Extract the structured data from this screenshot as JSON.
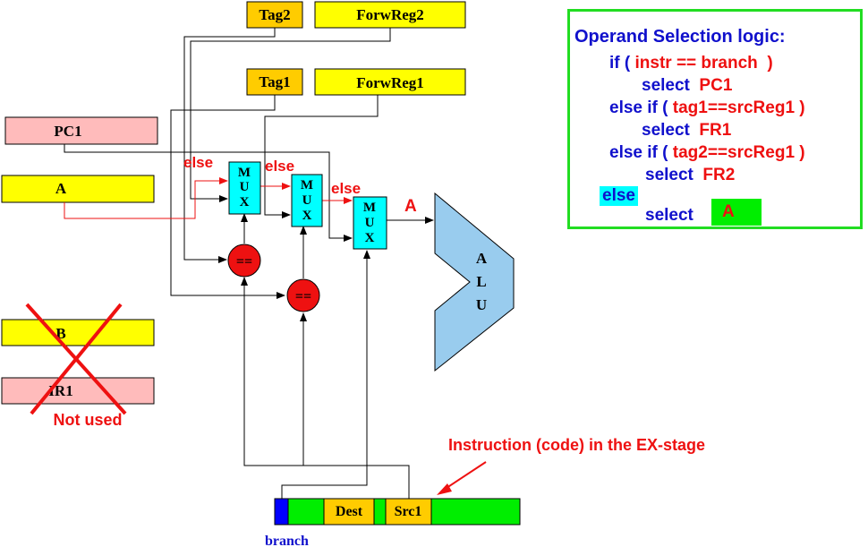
{
  "registers": {
    "tag2": "Tag2",
    "forwreg2": "ForwReg2",
    "tag1": "Tag1",
    "forwreg1": "ForwReg1",
    "pc1": "PC1",
    "a": "A",
    "b": "B",
    "ir1": "IR1"
  },
  "mux_label": [
    "M",
    "U",
    "X"
  ],
  "else_labels": [
    "else",
    "else",
    "else"
  ],
  "mux_output_label": "A",
  "comparator_label": "==",
  "alu_letters": [
    "A",
    "L",
    "U"
  ],
  "not_used_label": "Not used",
  "instruction": {
    "caption": "Instruction (code) in the EX-stage",
    "fields": [
      "Dest",
      "Src1"
    ],
    "branch_label": "branch"
  },
  "operand_logic": {
    "title": "Operand Selection logic:",
    "lines": [
      {
        "keyword": "if (",
        "expr": " instr == branch  )"
      },
      {
        "keyword": "select",
        "expr": "  PC1"
      },
      {
        "keyword": "else if (",
        "expr": " tag1==srcReg1 )"
      },
      {
        "keyword": "select",
        "expr": "  FR1"
      },
      {
        "keyword": "else if (",
        "expr": " tag2==srcReg1 )"
      },
      {
        "keyword": "select",
        "expr": "  FR2"
      },
      {
        "keyword": "else",
        "expr": ""
      },
      {
        "keyword": "select",
        "expr": "A"
      }
    ]
  },
  "colors": {
    "yellow": "#ffff00",
    "orange": "#ffcc00",
    "pink": "#ffbbbb",
    "cyan": "#00ffff",
    "red": "#ee1111",
    "blue": "#1010cc",
    "green": "#00ee00",
    "alu": "#99ccee",
    "navy": "#0000ff"
  }
}
